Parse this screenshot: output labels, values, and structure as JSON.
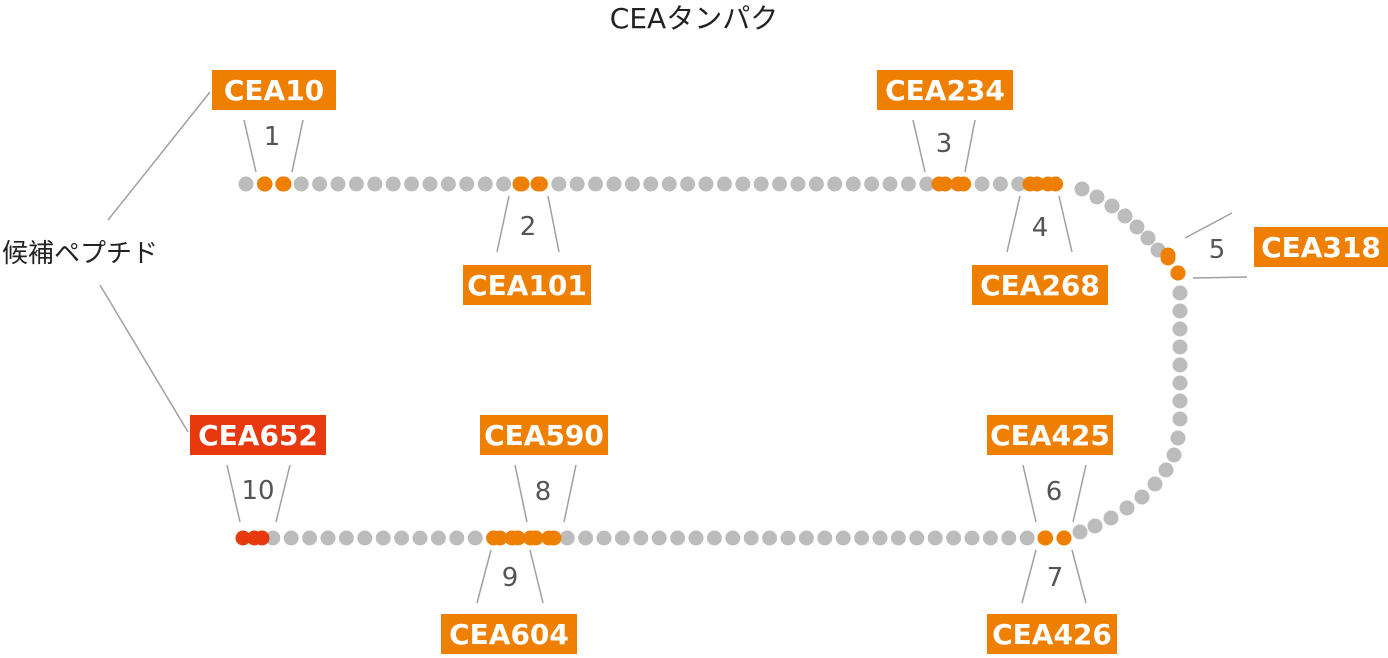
{
  "title": "CEAタンパク",
  "candidate_label": "候補ペプチド",
  "colors": {
    "residue": "#bcbcbc",
    "highlight": "#ee7f00",
    "highlight_red": "#e8380d",
    "leader": "#a0a0a0",
    "label_text": "#ffffff"
  },
  "peptides": [
    {
      "id": 1,
      "number": "1",
      "name": "CEA10",
      "color": "orange"
    },
    {
      "id": 2,
      "number": "2",
      "name": "CEA101",
      "color": "orange"
    },
    {
      "id": 3,
      "number": "3",
      "name": "CEA234",
      "color": "orange"
    },
    {
      "id": 4,
      "number": "4",
      "name": "CEA268",
      "color": "orange"
    },
    {
      "id": 5,
      "number": "5",
      "name": "CEA318",
      "color": "orange"
    },
    {
      "id": 6,
      "number": "6",
      "name": "CEA425",
      "color": "orange"
    },
    {
      "id": 7,
      "number": "7",
      "name": "CEA426",
      "color": "orange"
    },
    {
      "id": 8,
      "number": "8",
      "name": "CEA590",
      "color": "orange"
    },
    {
      "id": 9,
      "number": "9",
      "name": "CEA604",
      "color": "orange"
    },
    {
      "id": 10,
      "number": "10",
      "name": "CEA652",
      "color": "red"
    }
  ]
}
